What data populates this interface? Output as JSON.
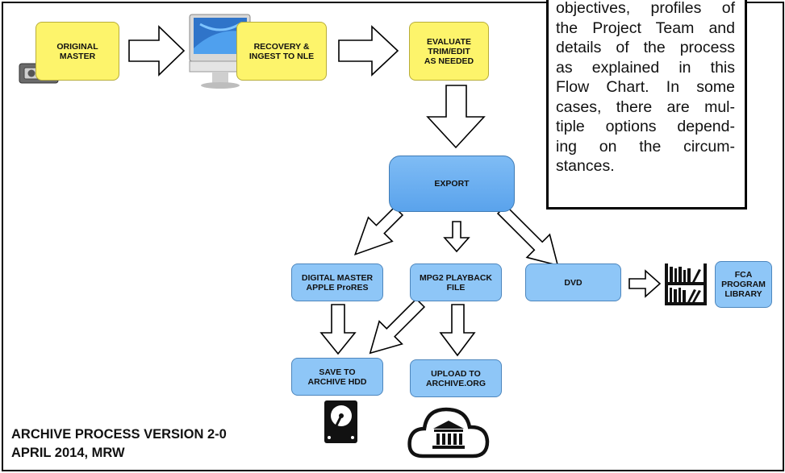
{
  "boxes": {
    "original_master": "ORIGINAL\nMASTER",
    "recovery": "RECOVERY &\nINGEST TO NLE",
    "evaluate": "EVALUATE\nTRIM/EDIT\nAS NEEDED",
    "export": "EXPORT",
    "digital_master": "DIGITAL MASTER\nAPPLE ProRES",
    "mpg2": "MPG2 PLAYBACK\nFILE",
    "dvd": "DVD",
    "fca": "FCA\nPROGRAM\nLIBRARY",
    "save_archive": "SAVE TO\nARCHIVE HDD",
    "upload_archive": "UPLOAD TO\nARCHIVE.ORG"
  },
  "note_lines": [
    "objectives, profiles of",
    "the Project Team and",
    "details of the process",
    "as explained in this",
    "Flow Chart.  In some",
    "cases, there are mul-",
    "tiple options depend-",
    "ing on the circum-",
    "stances."
  ],
  "footer": {
    "line1": "ARCHIVE PROCESS VERSION 2-0",
    "line2": "APRIL 2014, MRW"
  },
  "colors": {
    "yellow_box": "#fdf46b",
    "blue_box": "#8ec6f7",
    "export_box": "#6fb1f1"
  },
  "icons": [
    "vhs-tape-icon",
    "computer-monitor-icon",
    "bookshelf-icon",
    "hard-drive-icon",
    "cloud-library-icon"
  ]
}
